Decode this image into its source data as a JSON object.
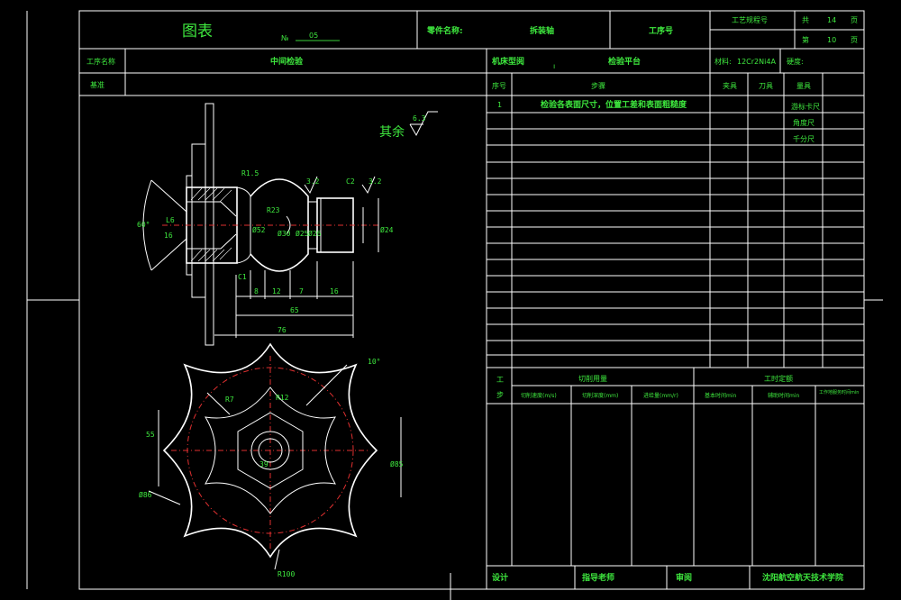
{
  "header": {
    "title": "图表",
    "no_label": "№",
    "no_value": "05",
    "part_name_label": "零件名称:",
    "part_name_value": "拆装轴",
    "process_no_label": "工序号",
    "card_no_label": "工艺规程号",
    "total_label": "共",
    "total_value": "14",
    "total_unit": "页",
    "page_label": "第",
    "page_value": "10",
    "page_unit": "页"
  },
  "row2": {
    "process_name_label": "工序名称",
    "process_name_value": "中间检验",
    "machine_label": "机床型阅",
    "machine_mark": "ı",
    "machine_value": "检验平台",
    "material_label": "材料:",
    "material_value": "12Cr2Ni4A",
    "hardness_label": "硬度:"
  },
  "row3": {
    "base_label": "基准"
  },
  "steps_table": {
    "headers": [
      "序号",
      "步骤",
      "夹具",
      "刀具",
      "量具"
    ],
    "rows": [
      {
        "no": "1",
        "step": "检验各表面尺寸，位置工差和表面粗糙度",
        "tools": [
          "游标卡尺",
          "角度尺",
          "千分尺"
        ]
      }
    ]
  },
  "cutting_table": {
    "side_label_1": "工",
    "side_label_2": "步",
    "cut_header": "切削用量",
    "time_header": "工时定额",
    "sub_headers": [
      "切削速度(m/s)",
      "切削深度(mm)",
      "进给量(mm/r)",
      "基本时间min",
      "辅助时间min",
      "工作地服务时间min"
    ]
  },
  "footer": {
    "design_label": "设计",
    "teacher_label": "指导老师",
    "review_label": "审阅",
    "school": "沈阳航空航天技术学院"
  },
  "drawing": {
    "roughness_note": "其余",
    "roughness_value": "6.3",
    "dims": {
      "angle_60": "60°",
      "l16": "L6",
      "d16": "16",
      "r15": "R1.5",
      "r23": "R23",
      "d52": "Ø52",
      "d30": "Ø30",
      "d25": "Ø25",
      "d26": "Ø26",
      "d24": "Ø24",
      "rough32a": "3.2",
      "rough32b": "3.2",
      "c2": "C2",
      "c1": "C1",
      "l8": "8",
      "l12": "12",
      "l7": "7",
      "l16b": "16",
      "l65": "65",
      "l76": "76",
      "angle_10": "10°",
      "r7": "R7",
      "r12": "R12",
      "d55": "55",
      "d85": "Ø85",
      "d86": "Ø86",
      "d100": "R100",
      "s39": "39"
    }
  }
}
